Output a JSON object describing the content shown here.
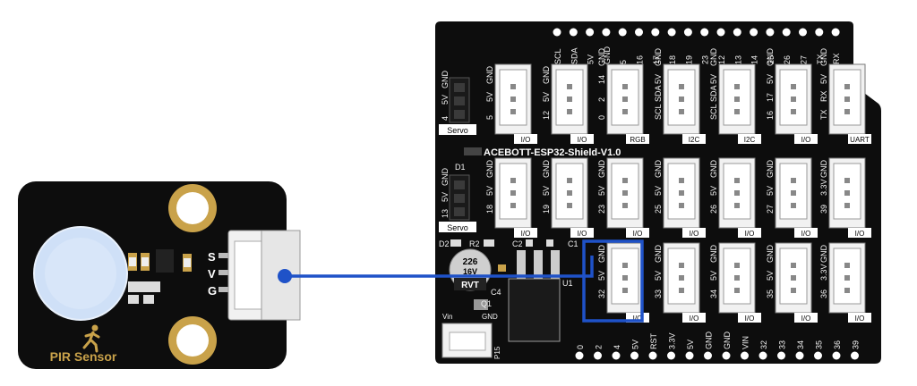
{
  "pir": {
    "label": "PIR Sensor",
    "pins": [
      "S",
      "V",
      "G"
    ],
    "icon": "running-person-icon"
  },
  "shield": {
    "title": "ACEBOTT-ESP32-Shield-V1.0",
    "top_header_labels": [
      "SCL",
      "SDA",
      "5V",
      "GND",
      "5",
      "16",
      "17",
      "18",
      "19",
      "23",
      "12",
      "13",
      "14",
      "25",
      "26",
      "27",
      "TX",
      "RX"
    ],
    "bottom_header_labels": [
      "0",
      "2",
      "4",
      "5V",
      "RST",
      "3.3V",
      "5V",
      "GND",
      "GND",
      "VIN",
      "32",
      "33",
      "34",
      "35",
      "36",
      "39"
    ],
    "servo_label": "Servo",
    "servo_top_pins": [
      "4",
      "5V",
      "GND"
    ],
    "servo_bottom_pins": [
      "13",
      "5V",
      "GND"
    ],
    "row1": [
      {
        "pins": [
          "5",
          "5V",
          "GND"
        ],
        "tag": "I/O"
      },
      {
        "pins": [
          "12",
          "5V",
          "GND"
        ],
        "tag": "I/O"
      },
      {
        "pins": [
          "0",
          "2",
          "14",
          "GND"
        ],
        "tag": "RGB"
      },
      {
        "pins": [
          "SCL",
          "SDA",
          "5V",
          "GND"
        ],
        "tag": "I2C"
      },
      {
        "pins": [
          "SCL",
          "SDA",
          "5V",
          "GND"
        ],
        "tag": "I2C"
      },
      {
        "pins": [
          "16",
          "17",
          "5V",
          "GND"
        ],
        "tag": "I/O"
      },
      {
        "pins": [
          "TX",
          "RX",
          "5V",
          "GND"
        ],
        "tag": "UART"
      }
    ],
    "row2": [
      {
        "pins": [
          "18",
          "5V",
          "GND"
        ],
        "tag": "I/O"
      },
      {
        "pins": [
          "19",
          "5V",
          "GND"
        ],
        "tag": "I/O"
      },
      {
        "pins": [
          "23",
          "5V",
          "GND"
        ],
        "tag": "I/O"
      },
      {
        "pins": [
          "25",
          "5V",
          "GND"
        ],
        "tag": "I/O"
      },
      {
        "pins": [
          "26",
          "5V",
          "GND"
        ],
        "tag": "I/O"
      },
      {
        "pins": [
          "27",
          "5V",
          "GND"
        ],
        "tag": "I/O"
      },
      {
        "pins": [
          "39",
          "3.3V",
          "GND"
        ],
        "tag": "I/O"
      }
    ],
    "row3": [
      {
        "pins": [
          "32",
          "5V",
          "GND"
        ],
        "tag": "I/O"
      },
      {
        "pins": [
          "33",
          "5V",
          "GND"
        ],
        "tag": "I/O"
      },
      {
        "pins": [
          "34",
          "5V",
          "GND"
        ],
        "tag": "I/O"
      },
      {
        "pins": [
          "35",
          "5V",
          "GND"
        ],
        "tag": "I/O"
      },
      {
        "pins": [
          "36",
          "3.3V",
          "GND"
        ],
        "tag": "I/O"
      }
    ],
    "components": {
      "d1": "D1",
      "d2": "D2",
      "r2": "R2",
      "c1": "C1",
      "c2": "C2",
      "c4": "C4",
      "u1": "U1",
      "q1": "Q1",
      "p15": "P15",
      "vin": "Vin",
      "gnd": "GND",
      "cap_top": "226",
      "cap_mid": "16V",
      "cap_bottom": "RVT"
    }
  },
  "connection": {
    "highlight_color": "#1f52c8",
    "from": "PIR Sensor",
    "to": "32"
  },
  "colors": {
    "board": "#0d0d0d",
    "connector": "#f1f1f1",
    "gold": "#c9a24a",
    "wire": "#1f52c8"
  }
}
